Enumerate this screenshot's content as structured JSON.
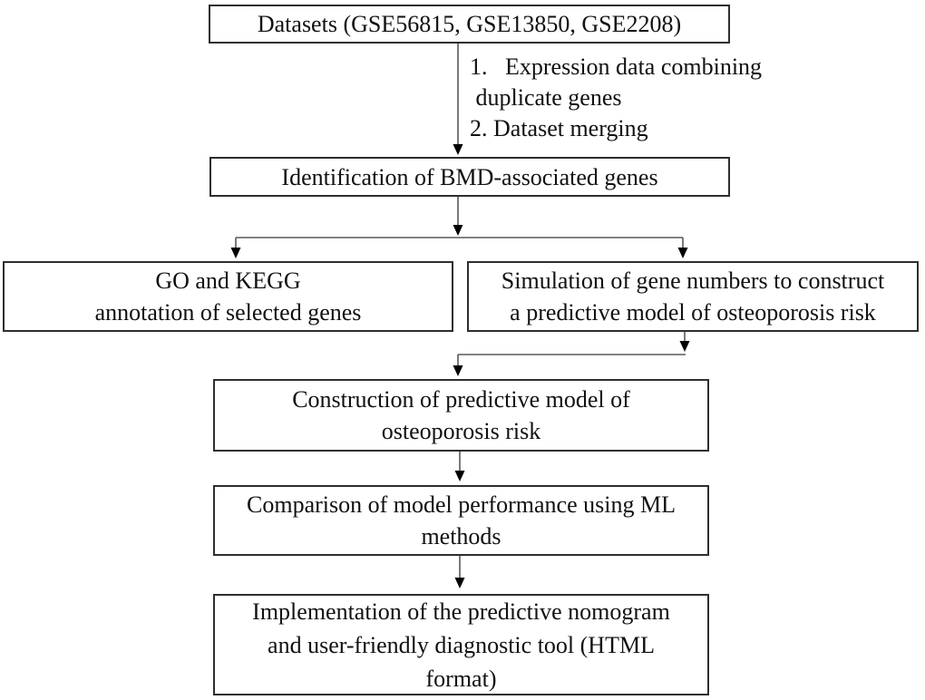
{
  "diagram": {
    "background": "#ffffff",
    "colors": {
      "box_border": "#2e2e2e",
      "text": "#111111",
      "connector_line": "#595959",
      "arrowhead": "#000000"
    },
    "nodes": {
      "datasets": {
        "lines": [
          "Datasets (GSE56815, GSE13850, GSE2208)"
        ]
      },
      "identification": {
        "lines": [
          "Identification of BMD-associated genes"
        ]
      },
      "go_kegg": {
        "lines": [
          "GO and KEGG",
          "annotation of selected genes"
        ]
      },
      "simulation": {
        "lines": [
          "Simulation of gene numbers to construct",
          "a predictive model of osteoporosis risk"
        ]
      },
      "construction": {
        "lines": [
          "Construction of predictive model of",
          "osteoporosis risk"
        ]
      },
      "comparison": {
        "lines": [
          "Comparison of model performance using ML",
          "methods"
        ]
      },
      "implementation": {
        "lines": [
          "Implementation of the predictive nomogram",
          "and user-friendly diagnostic tool (HTML",
          "format)"
        ]
      }
    },
    "annotation": {
      "lines": [
        "1.   Expression data combining",
        " duplicate genes",
        "2. Dataset merging"
      ]
    }
  }
}
